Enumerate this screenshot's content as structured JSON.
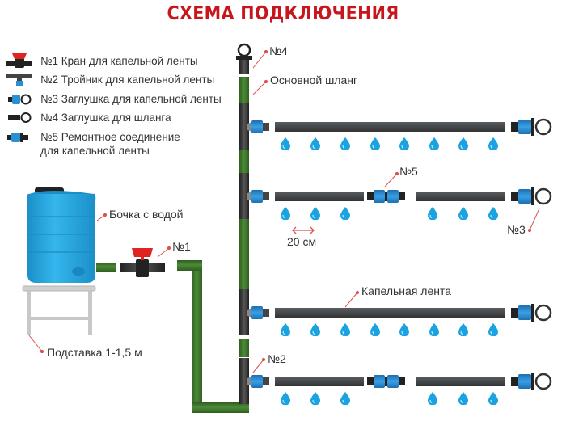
{
  "title": "СХЕМА ПОДКЛЮЧЕНИЯ",
  "colors": {
    "title": "#c8161d",
    "pipe_green": "#3f7a2c",
    "drip_tape": "#4a4d50",
    "fitting_blue": "#2b8fd6",
    "valve_red": "#e0241f",
    "drop_blue": "#1aa3e0",
    "tank_blue": "#21a9e1",
    "leader_line": "#d9534f"
  },
  "legend": [
    {
      "icon": "valve-icon",
      "text": "№1 Кран для капельной ленты"
    },
    {
      "icon": "tee-icon",
      "text": "№2 Тройник для капельной ленты"
    },
    {
      "icon": "tape-plug-icon",
      "text": "№3 Заглушка для капельной ленты"
    },
    {
      "icon": "hose-plug-icon",
      "text": "№4 Заглушка для шланга"
    },
    {
      "icon": "repair-coupling-icon",
      "text": "№5 Ремонтное соединение",
      "text2": "для капельной ленты"
    }
  ],
  "labels": {
    "n4": "№4",
    "main_hose": "Основной шланг",
    "n5": "№5",
    "n3": "№3",
    "spacing": "20 см",
    "tank": "Бочка с водой",
    "n1": "№1",
    "stand": "Подставка 1-1,5 м",
    "drip_tape": "Капельная лента",
    "n2": "№2"
  },
  "rows": [
    {
      "has_repair_coupling": false,
      "drops": 8
    },
    {
      "has_repair_coupling": true,
      "drops": 6
    },
    {
      "has_repair_coupling": false,
      "drops": 8
    },
    {
      "has_repair_coupling": true,
      "drops": 6
    }
  ]
}
